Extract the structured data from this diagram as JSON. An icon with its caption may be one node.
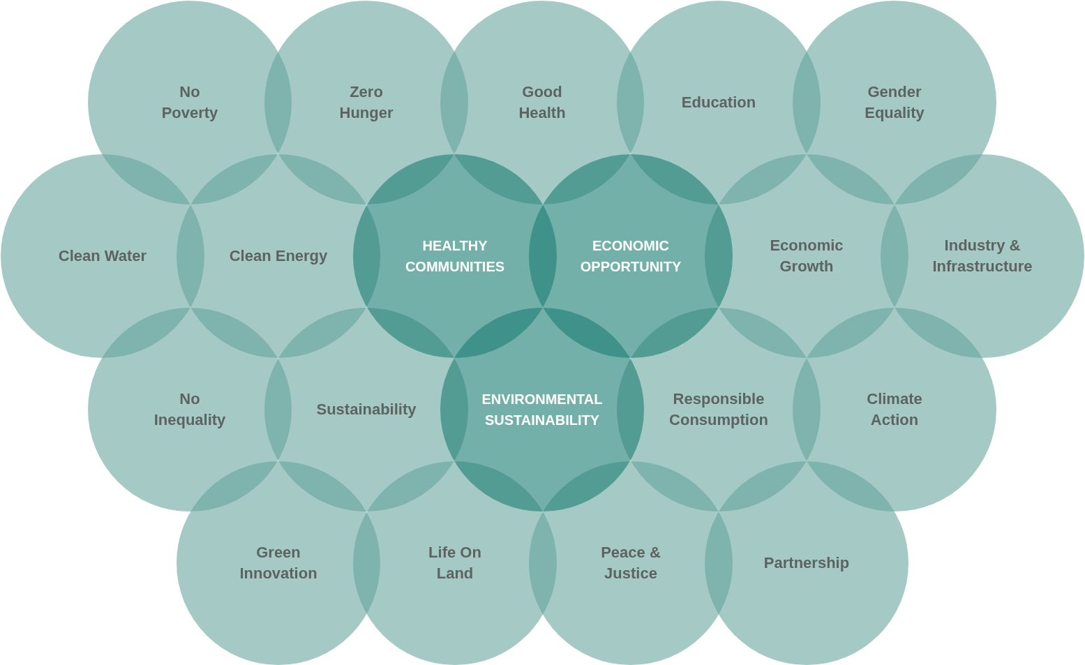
{
  "diagram": {
    "nodes": [
      {
        "text": [
          "No Poverty"
        ]
      },
      {
        "text": [
          "Zero Hunger"
        ]
      },
      {
        "text": [
          "Good Health"
        ]
      },
      {
        "text": [
          "Education"
        ]
      },
      {
        "text": [
          "Gender Equality"
        ]
      },
      {
        "text": [
          "Clean Water"
        ]
      },
      {
        "text": [
          "Clean Energy"
        ]
      },
      {
        "text": [
          "HEALTHY COMMUNITIES"
        ]
      },
      {
        "text": [
          "ECONOMIC OPPORTUNITY"
        ]
      },
      {
        "text": [
          "Economic Growth"
        ]
      },
      {
        "text": [
          "Industry & Infrastructure"
        ]
      },
      {
        "text": [
          "No Inequality"
        ]
      },
      {
        "text": [
          "Sustainability"
        ]
      },
      {
        "text": [
          "ENVIRONMENTAL SUSTAINABILITY"
        ]
      },
      {
        "text": [
          "Responsible Consumption"
        ]
      },
      {
        "text": [
          "Climate Action"
        ]
      },
      {
        "text": [
          "Green Innovation"
        ]
      },
      {
        "text": [
          "Life On Land"
        ]
      },
      {
        "text": [
          "Peace & Justice"
        ]
      },
      {
        "text": [
          "Partnership"
        ]
      }
    ]
  }
}
